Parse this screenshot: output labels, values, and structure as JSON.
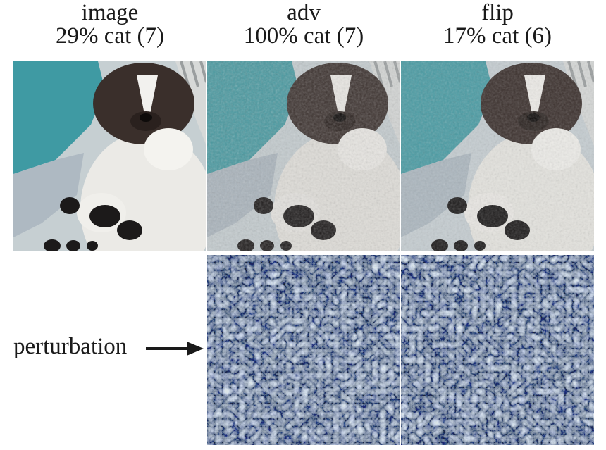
{
  "columns": [
    {
      "title": "image",
      "subtitle": "29% cat (7)"
    },
    {
      "title": "adv",
      "subtitle": "100% cat (7)"
    },
    {
      "title": "flip",
      "subtitle": "17% cat (6)"
    }
  ],
  "row_label": "perturbation",
  "icons": {
    "row_arrow": "right-arrow-icon"
  },
  "colors": {
    "teal_blanket": "#3f9aa3",
    "cat_dark": "#3a2f2b",
    "cat_white": "#e9e8e3",
    "perturbation_base": "#8e959a",
    "perturbation_blue": "#5b9fc0"
  }
}
